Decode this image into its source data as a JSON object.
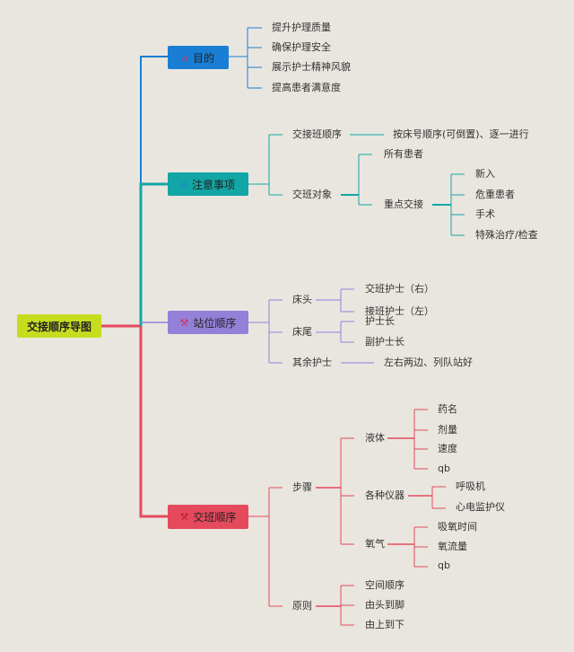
{
  "root": {
    "label": "交接顺序导图"
  },
  "colors": {
    "root": "#c6dd1f",
    "purpose": "#1a7fd4",
    "notes": "#12a6a6",
    "standing": "#9480d8",
    "handover": "#e54a5c"
  },
  "branches": {
    "purpose": {
      "label": "目的",
      "icon": "home-icon",
      "items": [
        "提升护理质量",
        "确保护理安全",
        "展示护士精神风貌",
        "提高患者满意度"
      ]
    },
    "notes": {
      "label": "注意事项",
      "icon": "home-icon",
      "order": {
        "label": "交接班顺序",
        "detail": "按床号顺序(可倒置)、逐一进行"
      },
      "targets": {
        "label": "交班对象",
        "all": "所有患者",
        "key": {
          "label": "重点交接",
          "items": [
            "新入",
            "危重患者",
            "手术",
            "特殊治疗/检查"
          ]
        }
      }
    },
    "standing": {
      "label": "站位顺序",
      "icon": "tools-icon",
      "head": {
        "label": "床头",
        "items": [
          "交班护士（右）",
          "接班护士（左）"
        ]
      },
      "tail": {
        "label": "床尾",
        "items": [
          "护士长",
          "副护士长"
        ]
      },
      "others": {
        "label": "其余护士",
        "detail": "左右两边、列队站好"
      }
    },
    "handover": {
      "label": "交班顺序",
      "icon": "tools-icon",
      "steps": {
        "label": "步骤",
        "fluid": {
          "label": "液体",
          "items": [
            "药名",
            "剂量",
            "速度",
            "qb"
          ]
        },
        "devices": {
          "label": "各种仪器",
          "items": [
            "呼吸机",
            "心电监护仪"
          ]
        },
        "oxygen": {
          "label": "氧气",
          "items": [
            "吸氧时间",
            "氧流量",
            "qb"
          ]
        }
      },
      "principles": {
        "label": "原则",
        "items": [
          "空间顺序",
          "由头到脚",
          "由上到下"
        ]
      }
    }
  }
}
